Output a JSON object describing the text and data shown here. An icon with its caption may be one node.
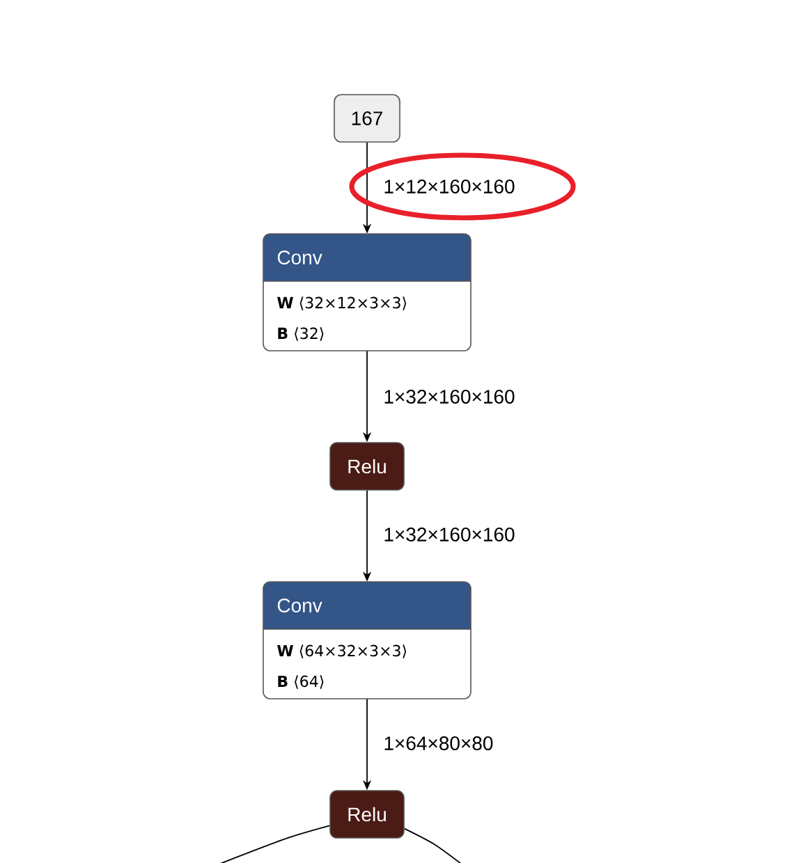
{
  "diagram": {
    "nodes": [
      {
        "text": [
          "167"
        ]
      },
      {
        "text": [
          "Conv",
          "**W** ⟨32×12×3×3⟩",
          "**B** ⟨32⟩"
        ]
      },
      {
        "text": [
          "Relu"
        ]
      },
      {
        "text": [
          "Conv",
          "**W** ⟨64×32×3×3⟩",
          "**B** ⟨64⟩"
        ]
      },
      {
        "text": [
          "Relu"
        ]
      }
    ],
    "edges": [
      {
        "from": 0,
        "to": 1,
        "arrow": "to",
        "label": "1×12×160×160"
      },
      {
        "from": 1,
        "to": 2,
        "arrow": "to",
        "label": "1×32×160×160"
      },
      {
        "from": 2,
        "to": 3,
        "arrow": "to",
        "label": "1×32×160×160"
      },
      {
        "from": 3,
        "to": 4,
        "arrow": "to",
        "label": "1×64×80×80"
      },
      {
        "from": 4,
        "to": null,
        "arrow": "none"
      },
      {
        "from": 4,
        "to": null,
        "arrow": "none"
      }
    ]
  }
}
